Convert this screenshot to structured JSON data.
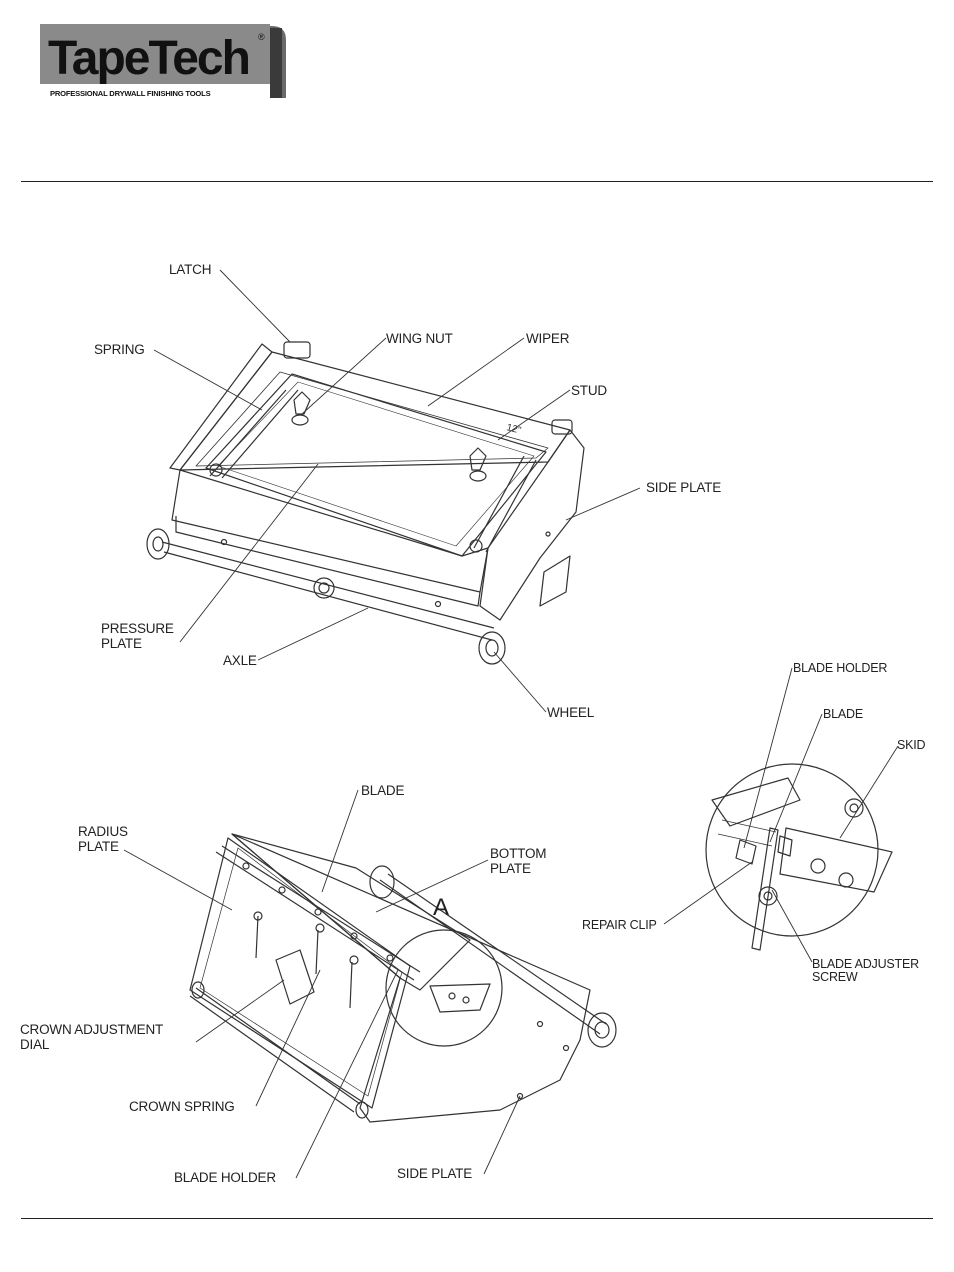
{
  "logo": {
    "brand": "TapeTech",
    "registered": "®",
    "tagline": "PROFESSIONAL DRYWALL FINISHING TOOLS"
  },
  "top_diagram": {
    "labels": {
      "latch": "LATCH",
      "spring": "SPRING",
      "wing_nut": "WING NUT",
      "wiper": "WIPER",
      "stud": "STUD",
      "side_plate": "SIDE PLATE",
      "pressure_plate": "PRESSURE\nPLATE",
      "axle": "AXLE",
      "wheel": "WHEEL"
    },
    "size_marking": "12\""
  },
  "bottom_diagram": {
    "labels": {
      "blade": "BLADE",
      "radius_plate": "RADIUS\nPLATE",
      "bottom_plate": "BOTTOM\nPLATE",
      "detail_marker": "A",
      "crown_adjustment_dial": "CROWN ADJUSTMENT\nDIAL",
      "crown_spring": "CROWN SPRING",
      "blade_holder": "BLADE HOLDER",
      "side_plate": "SIDE PLATE"
    }
  },
  "detail_view": {
    "labels": {
      "blade_holder": "BLADE HOLDER",
      "blade": "BLADE",
      "skid": "SKID",
      "repair_clip": "REPAIR CLIP",
      "blade_adjuster_screw": "BLADE ADJUSTER\nSCREW"
    }
  }
}
